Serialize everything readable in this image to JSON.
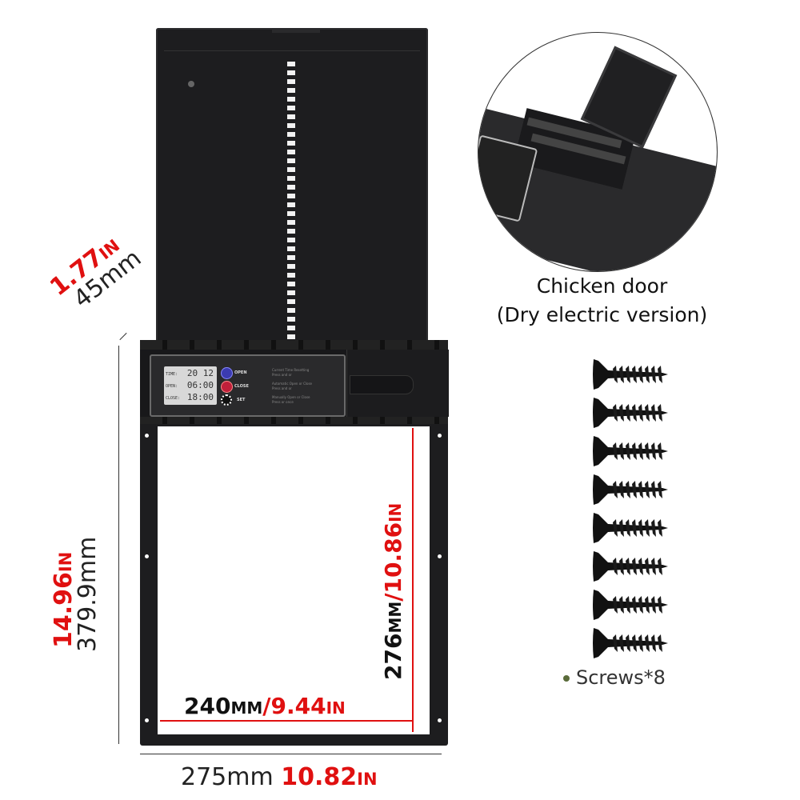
{
  "dimensions": {
    "depth_in": "1.77in",
    "depth_mm": "45mm",
    "height_in": "14.96in",
    "height_mm": "379.9mm",
    "width_mm": "275mm",
    "width_in": "10.82in",
    "opening_width": {
      "mm": "240mm",
      "sep": "/",
      "in": "9.44in"
    },
    "opening_height": {
      "mm": "276mm",
      "sep": "/",
      "in": "10.86in"
    }
  },
  "control_panel": {
    "lcd": {
      "time_label": "TIME:",
      "time_value": "20 12",
      "open_label": "OPEN:",
      "open_value": "06:00",
      "close_label": "CLOSE:",
      "close_value": "18:00"
    },
    "buttons": [
      {
        "label": "OPEN",
        "icon": "arrow-up-icon",
        "color": "#3b3bb0"
      },
      {
        "label": "CLOSE",
        "icon": "arrow-down-icon",
        "color": "#c0203a"
      },
      {
        "label": "SET",
        "icon": "set-icon",
        "color": "#ffffff"
      }
    ],
    "instructions": [
      {
        "title": "Current Time Resetting",
        "text": "Press  and  or "
      },
      {
        "title": "Automatic Open or Close",
        "text": "Press  and  or "
      },
      {
        "title": "Manually Open or Close",
        "text": "Press  or  once"
      }
    ]
  },
  "caption": {
    "line1": "Chicken door",
    "line2": "(Dry electric version)"
  },
  "accessories": {
    "label": "Screws*8",
    "count": 8,
    "bullet_color": "#5a6b3a"
  },
  "colors": {
    "accent_red": "#e01010",
    "device": "#1d1d1f"
  }
}
